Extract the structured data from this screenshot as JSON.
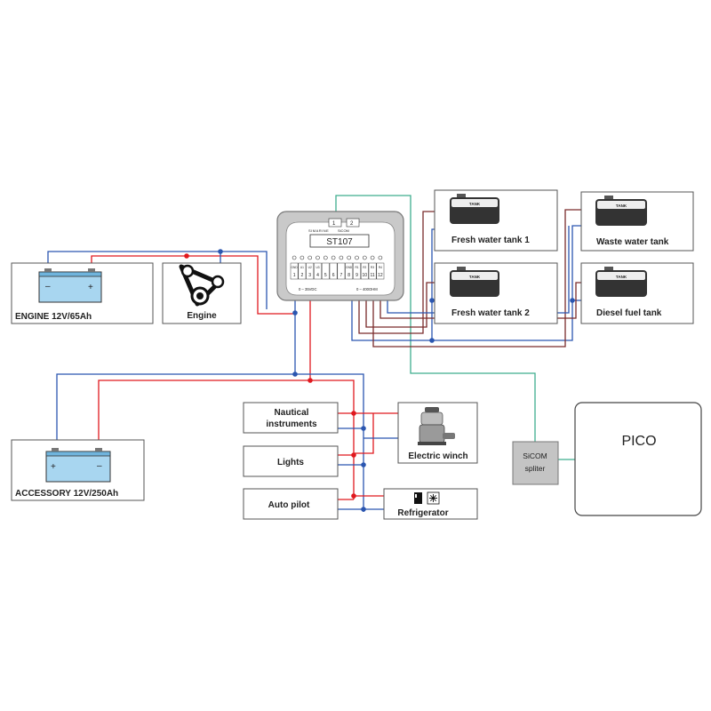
{
  "colors": {
    "positive": "#e0191f",
    "negative": "#2b56b0",
    "data": "#3fae8e",
    "outline": "#555555",
    "tankWire": "#7a2b2b"
  },
  "controller": {
    "brand": "SIMARINE",
    "model": "ST107",
    "port1": "1",
    "port2": "2",
    "sicom": "SiCOM",
    "voltage_range": "0 – 35VDC",
    "ohm_range": "0 – 400OHM",
    "pins": [
      "1",
      "2",
      "3",
      "4",
      "5",
      "6",
      "7",
      "8",
      "9",
      "10",
      "11",
      "12"
    ],
    "pin_tags": [
      "GND",
      "U1",
      "U2",
      "U3",
      "",
      "",
      "",
      "GND",
      "R1",
      "R2",
      "R3",
      "R4"
    ]
  },
  "batteries": {
    "engine": {
      "label": "ENGINE 12V/65Ah",
      "left_sign": "–",
      "right_sign": "+"
    },
    "accessory": {
      "label": "ACCESSORY 12V/250Ah",
      "left_sign": "+",
      "right_sign": "–"
    }
  },
  "engine": {
    "label": "Engine"
  },
  "tanks": {
    "tag": "TANK",
    "fresh1": "Fresh water tank 1",
    "fresh2": "Fresh water tank 2",
    "waste": "Waste water tank",
    "diesel": "Diesel fuel tank"
  },
  "loads": {
    "nautical_line1": "Nautical",
    "nautical_line2": "instruments",
    "lights": "Lights",
    "autopilot": "Auto pilot",
    "winch": "Electric winch",
    "fridge": "Refrigerator"
  },
  "splitter": {
    "line1": "SiCOM",
    "line2": "spliter"
  },
  "pico": {
    "label": "PICO"
  },
  "icons": [
    "battery-icon",
    "engine-belt-icon",
    "tank-icon",
    "winch-icon",
    "refrigerator-icon",
    "snowflake-icon"
  ]
}
